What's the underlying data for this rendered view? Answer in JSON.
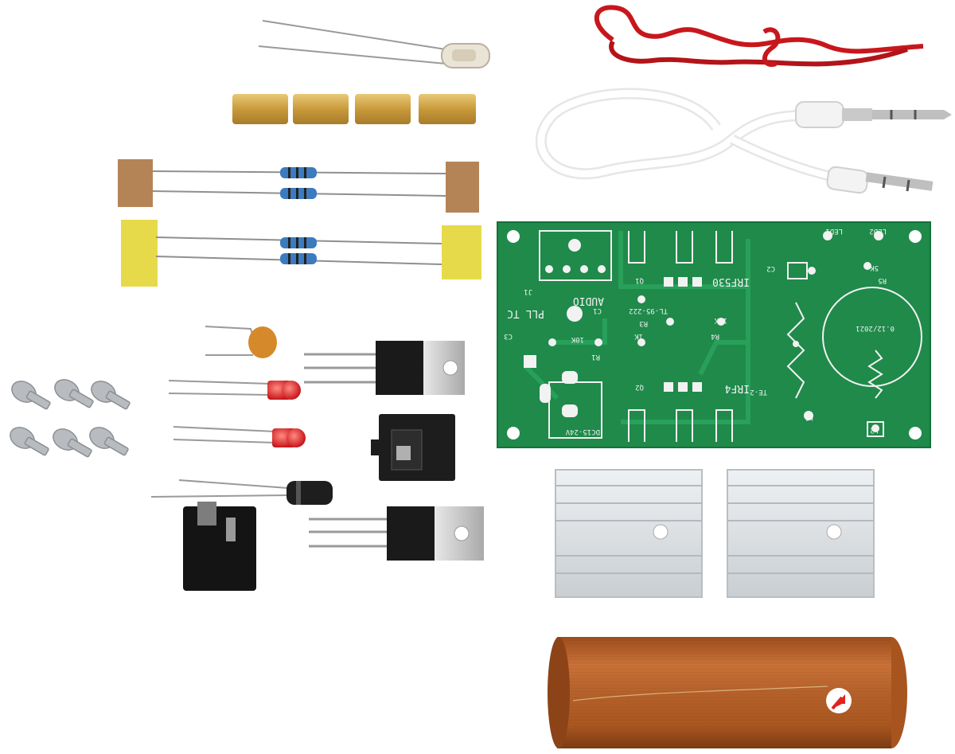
{
  "colors": {
    "background": "#ffffff",
    "pcb_green": "#1f8a4a",
    "pcb_trace": "#2aa35c",
    "pcb_silk": "#f2f2f2",
    "copper": "#b5612b",
    "copper_dark": "#8c4318",
    "brass": "#d9b25a",
    "heatsink": "#d8dde0",
    "red_wire": "#c8171c",
    "white_cable": "#f3f3f3",
    "led_red": "#e0241c",
    "resistor_blue": "#3d7bbf",
    "pad_brown": "#b48457",
    "pad_yellow": "#e7da4a",
    "transistor_black": "#1a1a1a",
    "tab_metal": "#c9c9c9",
    "screw": "#b8bcc0"
  },
  "pcb": {
    "labels": {
      "irf530": "IRF530",
      "irf4": "IRF4",
      "audio": "AUDIO",
      "pll_tc": "PLL TC",
      "r_10k_a": "10K",
      "r_10k_b": "10K",
      "r_1k": "1K",
      "r_5k": "5K",
      "led1": "LED1",
      "led2": "LED2",
      "c1": "C1",
      "r1": "R1",
      "r3": "R3",
      "r4": "R4",
      "r5": "R5",
      "l1": "L1",
      "l2": "L2",
      "q1": "Q1",
      "q2": "Q2",
      "dc": "DC15-24V",
      "model": "TL-95-222",
      "te": "TE-2",
      "version": "0.12/2021",
      "c3": "C3",
      "j1": "J1",
      "c2": "C2"
    }
  }
}
